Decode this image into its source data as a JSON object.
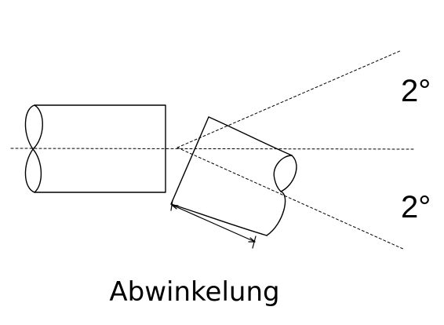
{
  "angles": {
    "upper": "2°",
    "lower": "2°"
  },
  "caption": "Abwinkelung",
  "colors": {
    "stroke": "#000000",
    "background": "#ffffff"
  }
}
